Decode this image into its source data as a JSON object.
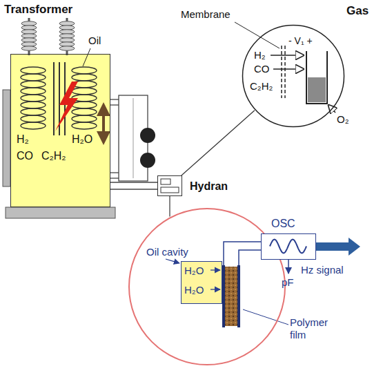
{
  "diagram": {
    "nodes": [
      {
        "text": [
          "H₂",
          "CO",
          "C₂H₂",
          "H₂O"
        ]
      },
      {
        "text": [
          "Gas",
          "H₂",
          "CO",
          "C₂H₂",
          "- V₁ +"
        ]
      },
      {
        "text": [
          "Hydran"
        ]
      },
      {
        "text": [
          "Oil cavity"
        ]
      },
      {
        "text": [
          "H₂O",
          "H₂O"
        ],
        "in": 3
      },
      {
        "text": [
          "OSC"
        ]
      }
    ],
    "edges": [
      {
        "from": 2,
        "to": 1,
        "arrow": "none"
      },
      {
        "from": 2,
        "to": 3,
        "arrow": "none"
      }
    ],
    "labels": [
      "Transformer",
      "Oil",
      "Membrane",
      "O₂",
      "Hz signal",
      "pF",
      "Polymer film"
    ]
  }
}
